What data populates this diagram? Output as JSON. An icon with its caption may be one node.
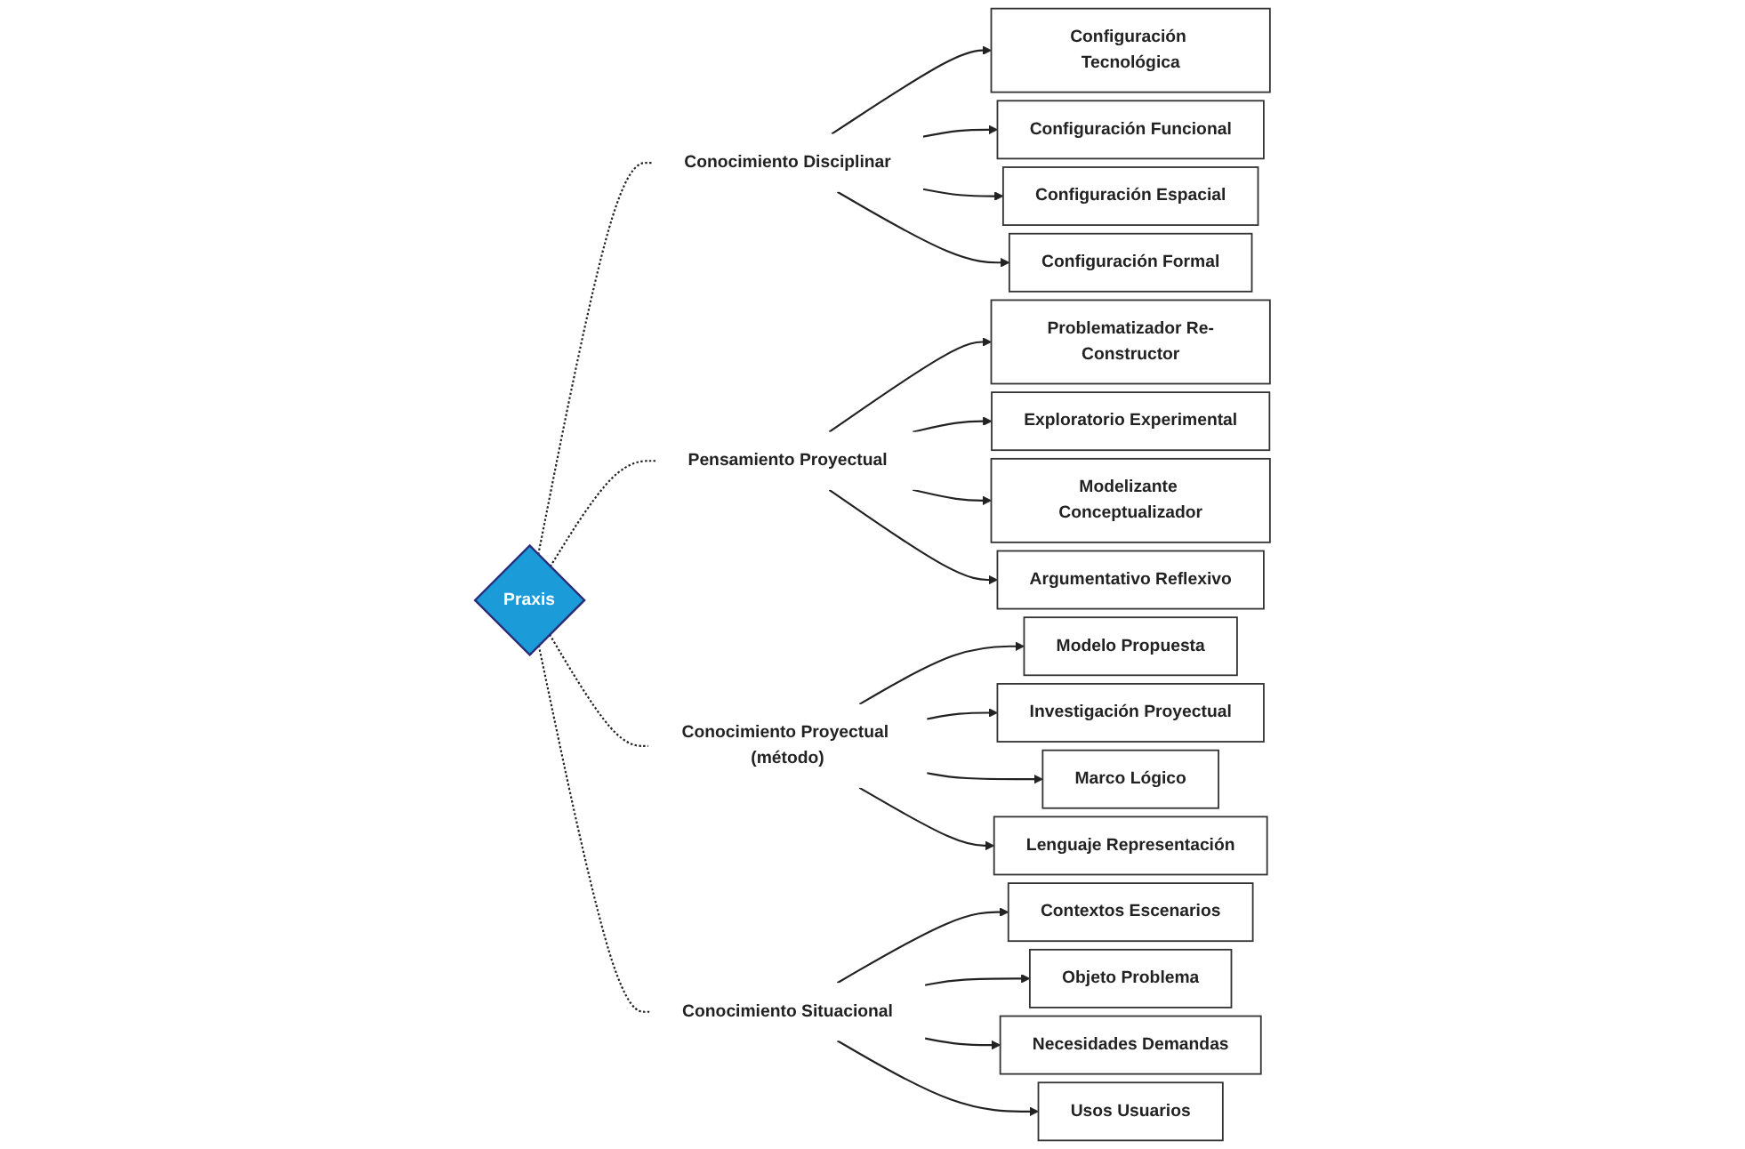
{
  "diagram": {
    "nodes": [
      {
        "text": [
          "Configuración Funcional"
        ]
      },
      {
        "text": [
          "Configuración Espacial"
        ]
      },
      {
        "text": [
          "Configuración Tecnológica"
        ]
      },
      {
        "text": [
          "Configuración Formal"
        ]
      },
      {
        "text": [
          "Conocimiento Disciplinar"
        ]
      },
      {
        "text": [
          "Problematizador Re-Constructor"
        ]
      },
      {
        "text": [
          "Modelo Propuesta"
        ]
      },
      {
        "text": [
          "Exploratorio Experimental"
        ]
      },
      {
        "text": [
          "Investigación Proyectual"
        ]
      },
      {
        "text": [
          "Pensamiento Proyectual"
        ]
      },
      {
        "text": [
          "Praxis"
        ]
      },
      {
        "text": [
          "Conocimiento Proyectual (método)"
        ]
      },
      {
        "text": [
          "Modelizante Conceptualizador"
        ]
      },
      {
        "text": [
          "Marco Lógico"
        ]
      },
      {
        "text": [
          "Argumentativo Reflexivo"
        ]
      },
      {
        "text": [
          "Lenguaje Representación"
        ]
      },
      {
        "text": [
          "Conocimiento Situacional"
        ]
      },
      {
        "text": [
          "Contextos Escenarios"
        ]
      },
      {
        "text": [
          "Usos Usuarios"
        ]
      },
      {
        "text": [
          "Objeto Problema"
        ]
      },
      {
        "text": [
          "Necesidades Demandas"
        ]
      }
    ],
    "edges": [
      {
        "from": 4,
        "to": 2,
        "arrow": "to"
      },
      {
        "from": 4,
        "to": 0,
        "arrow": "to"
      },
      {
        "from": 4,
        "to": 1,
        "arrow": "to"
      },
      {
        "from": 4,
        "to": 3,
        "arrow": "to"
      },
      {
        "from": 10,
        "to": 4,
        "arrow": "none",
        "style": "dashed"
      },
      {
        "from": 10,
        "to": 9,
        "arrow": "none",
        "style": "dashed"
      },
      {
        "from": 10,
        "to": 11,
        "arrow": "none",
        "style": "dashed"
      },
      {
        "from": 10,
        "to": 16,
        "arrow": "none",
        "style": "dashed"
      },
      {
        "from": 9,
        "to": 5,
        "arrow": "to"
      },
      {
        "from": 9,
        "to": 7,
        "arrow": "to"
      },
      {
        "from": 9,
        "to": 12,
        "arrow": "to"
      },
      {
        "from": 9,
        "to": 14,
        "arrow": "to"
      },
      {
        "from": 11,
        "to": 6,
        "arrow": "to"
      },
      {
        "from": 11,
        "to": 8,
        "arrow": "to"
      },
      {
        "from": 11,
        "to": 13,
        "arrow": "to"
      },
      {
        "from": 11,
        "to": 15,
        "arrow": "to"
      },
      {
        "from": 16,
        "to": 17,
        "arrow": "to"
      },
      {
        "from": 16,
        "to": 19,
        "arrow": "to"
      },
      {
        "from": 16,
        "to": 20,
        "arrow": "to"
      },
      {
        "from": 16,
        "to": 18,
        "arrow": "to"
      }
    ]
  }
}
